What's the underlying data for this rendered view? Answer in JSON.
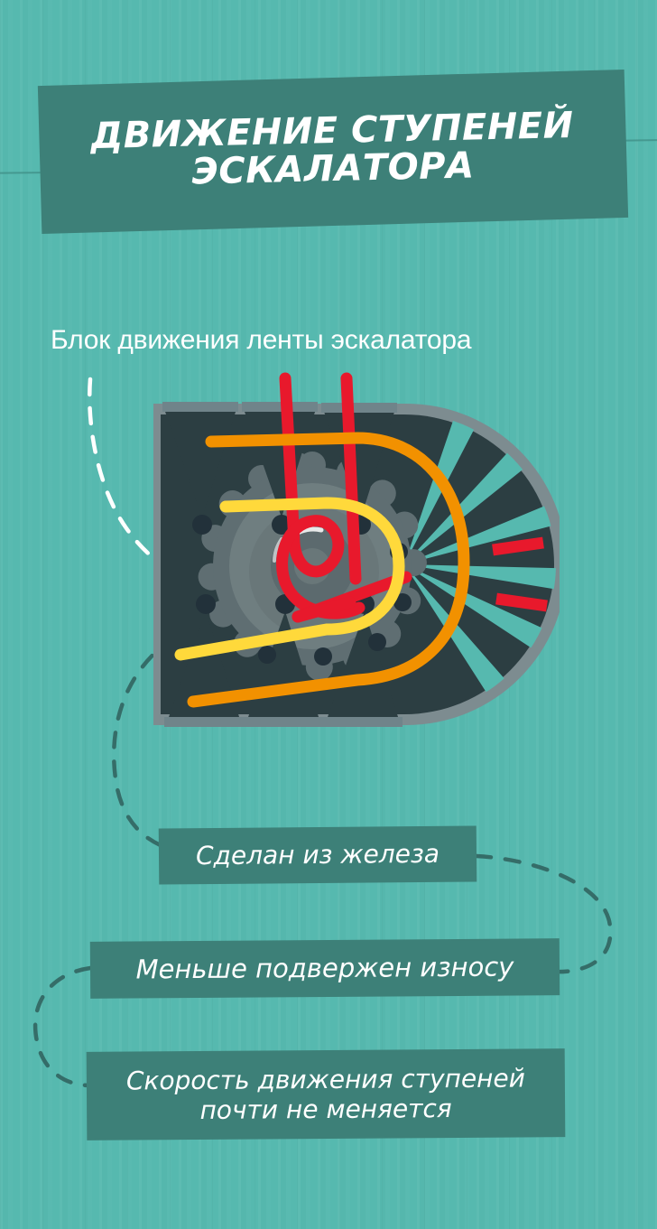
{
  "poster": {
    "title_lines": [
      "ДВИЖЕНИЕ СТУПЕНЕЙ",
      "ЭСКАЛАТОРА"
    ],
    "subtitle": "Блок движения ленты эскалатора",
    "captions": [
      {
        "text": "Сделан из железа"
      },
      {
        "text": "Меньше подвержен износу"
      },
      {
        "text": "Скорость движения ступеней почти не меняется"
      }
    ]
  },
  "colors": {
    "background": "#56b9af",
    "panel": "#3d8078",
    "text": "#ffffff",
    "dash_dark": "#2f5f5c",
    "dash_light": "#ffffff",
    "step_dark": "#2c3e42",
    "step_gray": "#70848a",
    "frame_gray": "#7d8c90",
    "gear_gray": "#6f7e80",
    "hub_gray": "#5c6a6e",
    "path_red": "#e8192c",
    "path_orange": "#f29100",
    "path_yellow": "#ffd93b"
  },
  "illustration": {
    "name": "escalator-step-drive-mechanism",
    "parts": [
      "sprocket-gear",
      "d-shaped-track",
      "step-wedges",
      "roller-dots",
      "red-path",
      "orange-path",
      "yellow-path"
    ]
  }
}
